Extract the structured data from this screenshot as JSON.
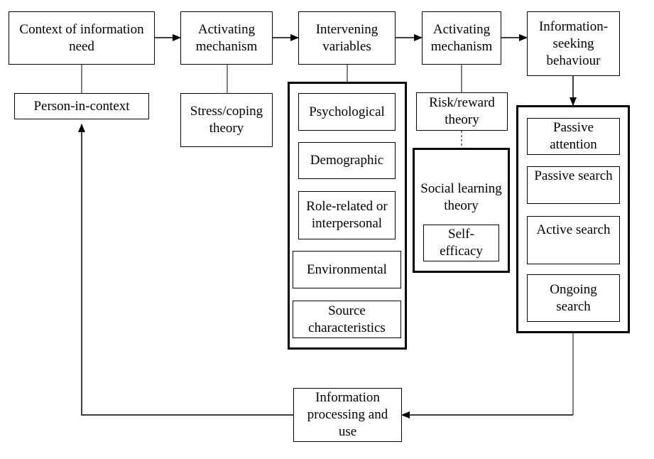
{
  "diagram": {
    "nodes": {
      "context": "Context of information need",
      "activating1": "Activating mechanism",
      "intervening": "Intervening variables",
      "activating2": "Activating mechanism",
      "info_seeking": "Information-seeking behaviour",
      "person_in_context": "Person-in-context",
      "stress_coping": "Stress/coping theory",
      "psychological": "Psychological",
      "demographic": "Demographic",
      "role_related": "Role-related or interpersonal",
      "environmental": "Environmental",
      "source_characteristics": "Source characteristics",
      "risk_reward": "Risk/reward theory",
      "social_learning": "Social learning theory",
      "self_efficacy": "Self-efficacy",
      "passive_attention": "Passive attention",
      "passive_search": "Passive search",
      "active_search": "Active search",
      "ongoing_search": "Ongoing search",
      "info_processing": "Information processing and use"
    }
  }
}
